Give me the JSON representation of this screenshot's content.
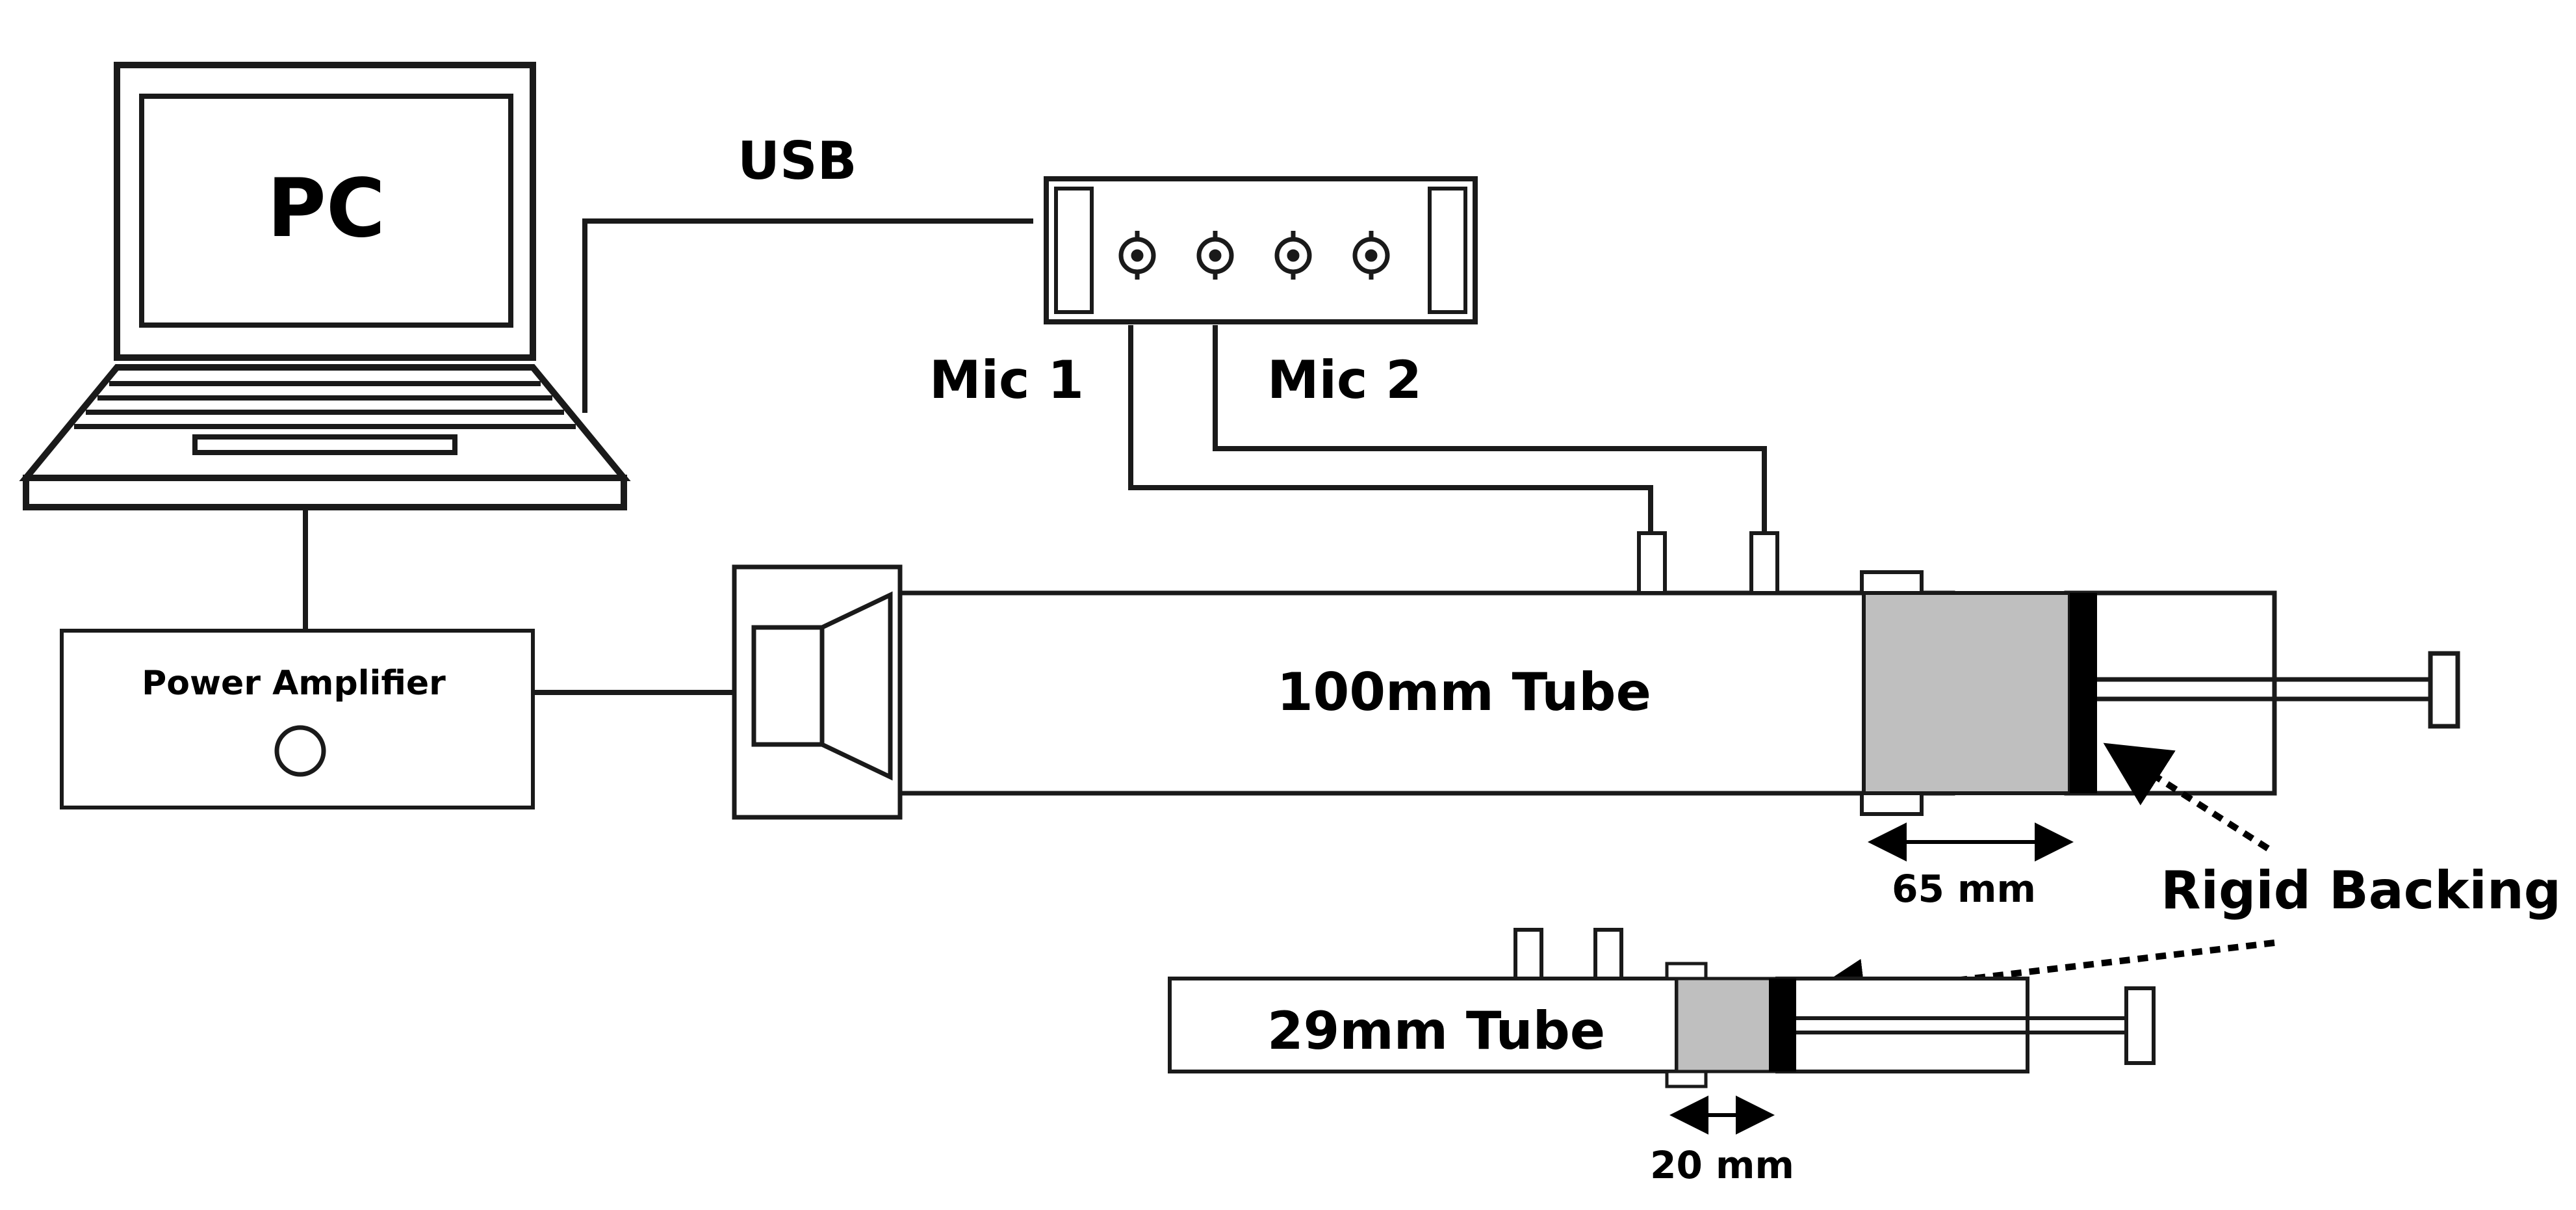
{
  "labels": {
    "pc": "PC",
    "usb": "USB",
    "mic1": "Mic 1",
    "mic2": "Mic 2",
    "power_amplifier": "Power Amplifier",
    "tube_large": "100mm Tube",
    "tube_small": "29mm Tube",
    "dim_large": "65 mm",
    "dim_small": "20 mm",
    "rigid_backing": "Rigid Backing"
  },
  "colors": {
    "line": "#1a1a1a",
    "sample_fill": "#bfbfbf",
    "backing_fill": "#000000",
    "background": "#ffffff"
  },
  "components": {
    "laptop": "laptop-icon",
    "daq": "data-acquisition-box",
    "speaker": "loudspeaker-icon",
    "microphones": [
      "microphone-1",
      "microphone-2"
    ],
    "connectors": 4
  }
}
